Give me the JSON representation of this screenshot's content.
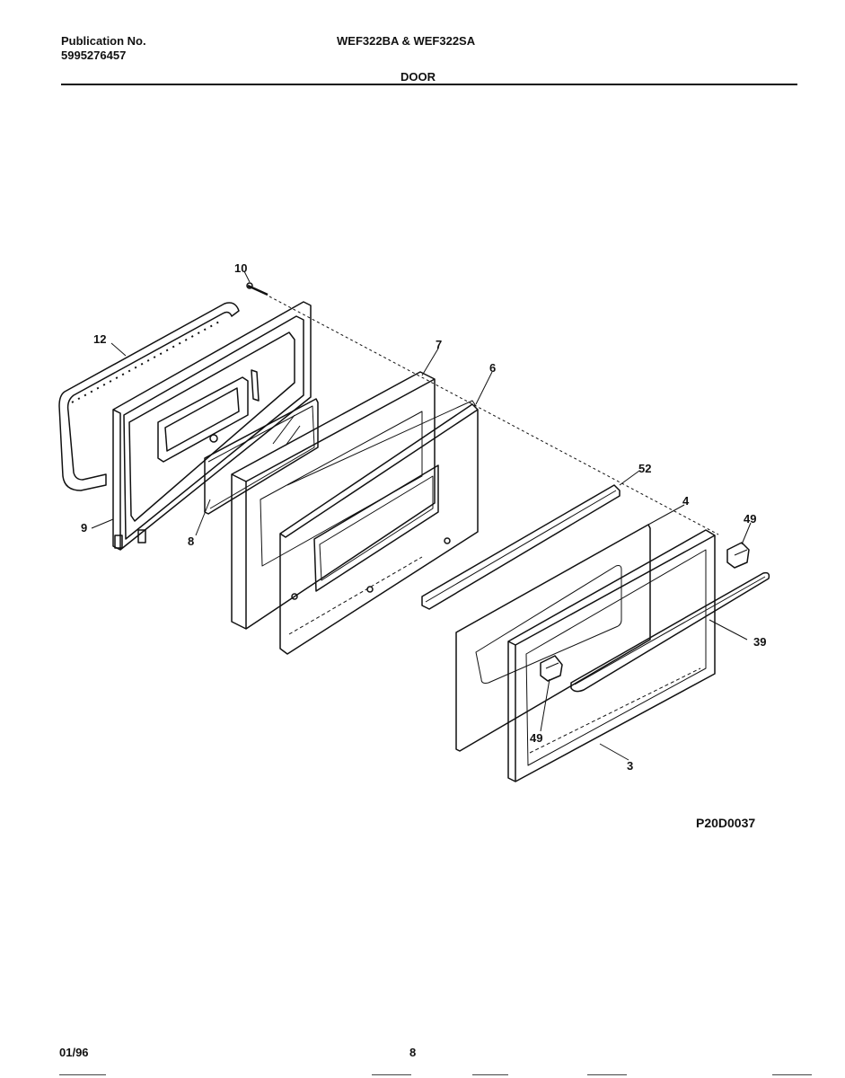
{
  "header": {
    "publication_label": "Publication No.",
    "publication_number": "5995276457",
    "models": "WEF322BA & WEF322SA",
    "section": "DOOR"
  },
  "diagram": {
    "callouts": [
      {
        "id": "c10",
        "text": "10"
      },
      {
        "id": "c12",
        "text": "12"
      },
      {
        "id": "c7",
        "text": "7"
      },
      {
        "id": "c6",
        "text": "6"
      },
      {
        "id": "c52",
        "text": "52"
      },
      {
        "id": "c4",
        "text": "4"
      },
      {
        "id": "c49a",
        "text": "49"
      },
      {
        "id": "c39",
        "text": "39"
      },
      {
        "id": "c49b",
        "text": "49"
      },
      {
        "id": "c3",
        "text": "3"
      },
      {
        "id": "c9",
        "text": "9"
      },
      {
        "id": "c8",
        "text": "8"
      }
    ],
    "drawing_code": "P20D0037"
  },
  "footer": {
    "date": "01/96",
    "page": "8"
  }
}
